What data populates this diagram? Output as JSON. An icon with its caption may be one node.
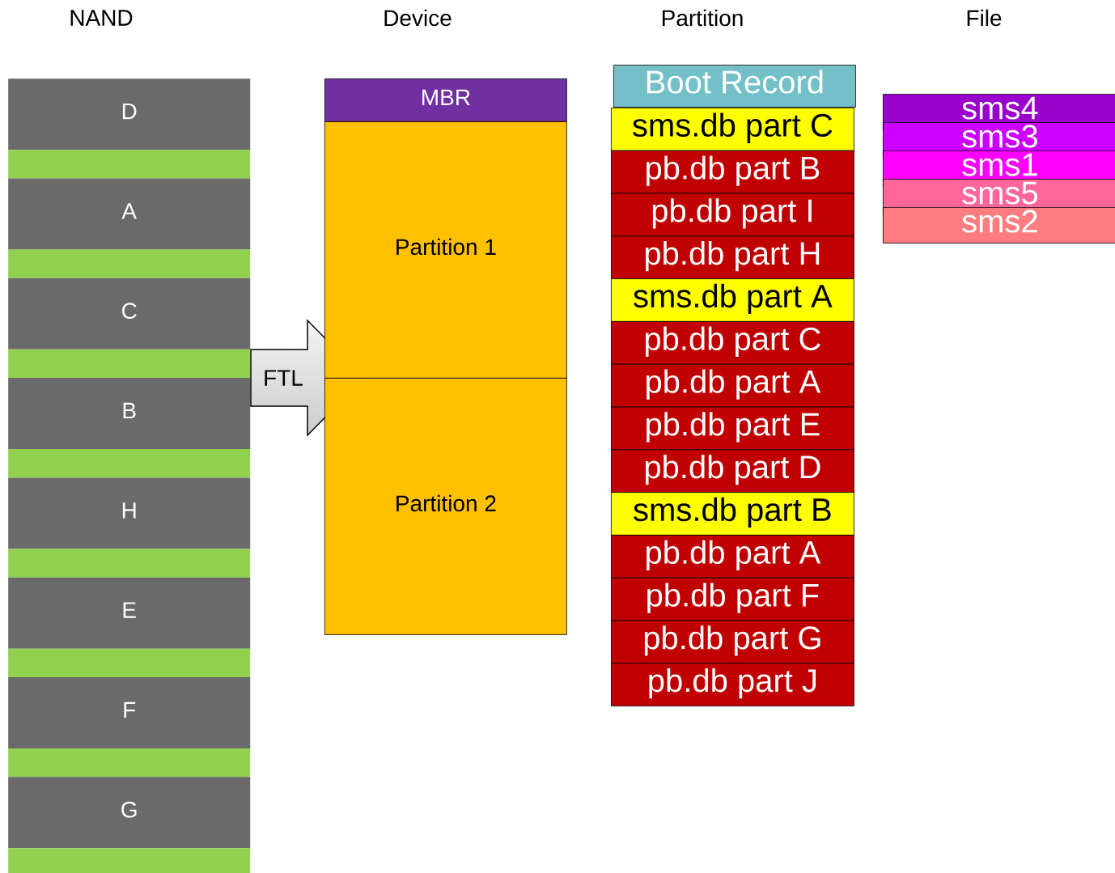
{
  "diagram": {
    "nodes": [
      {
        "text": [
          "D"
        ]
      },
      {
        "text": [],
        "shape": "bar"
      },
      {
        "text": [
          "A"
        ]
      },
      {
        "text": [],
        "shape": "bar"
      },
      {
        "text": [
          "C"
        ]
      },
      {
        "text": [],
        "shape": "bar"
      },
      {
        "text": [
          "B"
        ]
      },
      {
        "text": [],
        "shape": "bar"
      },
      {
        "text": [
          "H"
        ]
      },
      {
        "text": [],
        "shape": "bar"
      },
      {
        "text": [
          "E"
        ]
      },
      {
        "text": [],
        "shape": "bar"
      },
      {
        "text": [
          "F"
        ]
      },
      {
        "text": [],
        "shape": "bar"
      },
      {
        "text": [
          "G"
        ]
      },
      {
        "text": [],
        "shape": "bar"
      },
      {
        "text": [
          "FTL"
        ]
      },
      {
        "text": [
          "MBR"
        ]
      },
      {
        "text": [
          "Partition 1"
        ]
      },
      {
        "text": [
          "Partition 2"
        ]
      },
      {
        "text": [
          "Boot Record"
        ]
      },
      {
        "text": [
          "sms.db part C"
        ]
      },
      {
        "text": [
          "pb.db part B"
        ]
      },
      {
        "text": [
          "pb.db part I"
        ]
      },
      {
        "text": [
          "pb.db part H"
        ]
      },
      {
        "text": [
          "sms.db part A"
        ]
      },
      {
        "text": [
          "pb.db part C"
        ]
      },
      {
        "text": [
          "pb.db part A"
        ]
      },
      {
        "text": [
          "pb.db part E"
        ]
      },
      {
        "text": [
          "pb.db part D"
        ]
      },
      {
        "text": [
          "sms.db part B"
        ]
      },
      {
        "text": [
          "pb.db part A"
        ]
      },
      {
        "text": [
          "pb.db part F"
        ]
      },
      {
        "text": [
          "pb.db part G"
        ]
      },
      {
        "text": [
          "pb.db part J"
        ]
      },
      {
        "text": [
          "sms4"
        ]
      },
      {
        "text": [
          "sms3"
        ]
      },
      {
        "text": [
          "sms1"
        ]
      },
      {
        "text": [
          "sms5"
        ]
      },
      {
        "text": [
          "sms2"
        ]
      }
    ],
    "labels": [
      "NAND",
      "Device",
      "Partition",
      "File"
    ]
  }
}
